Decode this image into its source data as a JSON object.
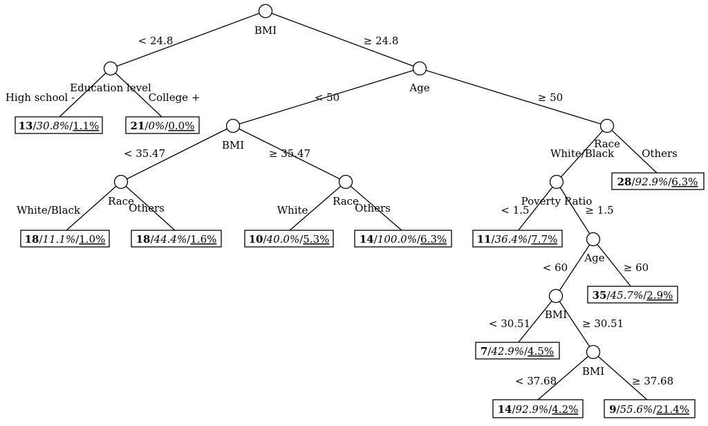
{
  "splits": {
    "root": "BMI",
    "edu": "Education level",
    "age1": "Age",
    "bmi2": "BMI",
    "race1": "Race",
    "race2": "Race",
    "race3": "Race",
    "race3_sub": "White/Black",
    "povratio": "Poverty Ratio",
    "age2": "Age",
    "bmi3": "BMI",
    "bmi4": "BMI"
  },
  "branches": {
    "root_left": "< 24.8",
    "root_right": "≥ 24.8",
    "edu_left": "High school -",
    "edu_right": "College +",
    "age1_left": "< 50",
    "age1_right": "≥ 50",
    "bmi2_left": "< 35.47",
    "bmi2_right": "≥ 35.47",
    "race1_left": "White/Black",
    "race1_right": "Others",
    "race2_left": "White",
    "race2_right": "Others",
    "race3_right": "Others",
    "pov_left": "< 1.5",
    "pov_right": "≥ 1.5",
    "age2_left": "< 60",
    "age2_right": "≥ 60",
    "bmi3_left": "< 30.51",
    "bmi3_right": "≥ 30.51",
    "bmi4_left": "< 37.68",
    "bmi4_right": "≥ 37.68"
  },
  "leaves": {
    "l1": {
      "n": "13",
      "pct": "30.8%",
      "share": "1.1%"
    },
    "l2": {
      "n": "21",
      "pct": "0%",
      "share": "0.0%"
    },
    "l3": {
      "n": "18",
      "pct": "11.1%",
      "share": "1.0%"
    },
    "l4": {
      "n": "18",
      "pct": "44.4%",
      "share": "1.6%"
    },
    "l5": {
      "n": "10",
      "pct": "40.0%",
      "share": "5.3%"
    },
    "l6": {
      "n": "14",
      "pct": "100.0%",
      "share": "6.3%"
    },
    "l7": {
      "n": "11",
      "pct": "36.4%",
      "share": "7.7%"
    },
    "l8": {
      "n": "28",
      "pct": "92.9%",
      "share": "6.3%"
    },
    "l9": {
      "n": "35",
      "pct": "45.7%",
      "share": "2.9%"
    },
    "l10": {
      "n": "7",
      "pct": "42.9%",
      "share": "4.5%"
    },
    "l11": {
      "n": "14",
      "pct": "92.9%",
      "share": "4.2%"
    },
    "l12": {
      "n": "9",
      "pct": "55.6%",
      "share": "21.4%"
    }
  },
  "separator": "/"
}
